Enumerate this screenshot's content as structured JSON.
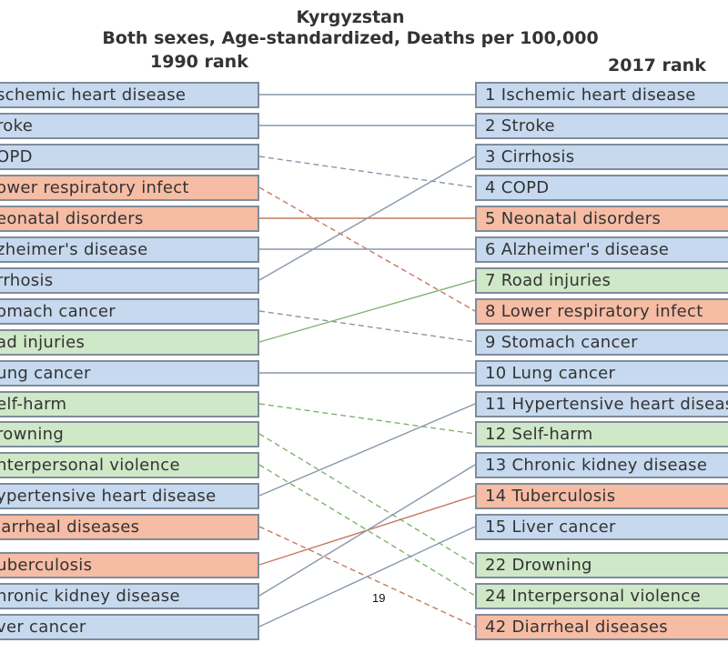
{
  "title": {
    "country": "Kyrgyzstan",
    "subtitle": "Both sexes, Age-standardized, Deaths per 100,000"
  },
  "headers": {
    "left": "1990 rank",
    "right": "2017 rank"
  },
  "colors": {
    "blue": "#c6d9ef",
    "red": "#f6bca4",
    "green": "#cfe8c7",
    "line_blue": "#8797ab",
    "line_red": "#c47a5f",
    "line_green": "#7fb36f",
    "border": "#7f8c9c"
  },
  "chart_data": {
    "type": "table",
    "left_column": [
      {
        "label": "schemic heart disease",
        "rank": 1,
        "color": "blue"
      },
      {
        "label": "roke",
        "rank": 2,
        "color": "blue"
      },
      {
        "label": "OPD",
        "rank": 3,
        "color": "blue"
      },
      {
        "label": "ower respiratory infect",
        "rank": 4,
        "color": "red"
      },
      {
        "label": "eonatal disorders",
        "rank": 5,
        "color": "red"
      },
      {
        "label": "zheimer's disease",
        "rank": 6,
        "color": "blue"
      },
      {
        "label": "rrhosis",
        "rank": 7,
        "color": "blue"
      },
      {
        "label": "omach cancer",
        "rank": 8,
        "color": "blue"
      },
      {
        "label": "ad injuries",
        "rank": 9,
        "color": "green"
      },
      {
        "label": "ung cancer",
        "rank": 10,
        "color": "blue"
      },
      {
        "label": "elf-harm",
        "rank": 11,
        "color": "green"
      },
      {
        "label": "rowning",
        "rank": 12,
        "color": "green"
      },
      {
        "label": "nterpersonal violence",
        "rank": 13,
        "color": "green"
      },
      {
        "label": "ypertensive heart disease",
        "rank": 14,
        "color": "blue"
      },
      {
        "label": "iarrheal diseases",
        "rank": 15,
        "color": "red"
      },
      {
        "label": "uberculosis",
        "rank": 16,
        "color": "red"
      },
      {
        "label": "hronic kidney disease",
        "rank": 17,
        "color": "blue"
      },
      {
        "label": "ver cancer",
        "rank": 18,
        "color": "blue"
      }
    ],
    "right_column": [
      {
        "label": "1 Ischemic heart disease",
        "rank": 1,
        "color": "blue"
      },
      {
        "label": "2 Stroke",
        "rank": 2,
        "color": "blue"
      },
      {
        "label": "3 Cirrhosis",
        "rank": 3,
        "color": "blue"
      },
      {
        "label": "4 COPD",
        "rank": 4,
        "color": "blue"
      },
      {
        "label": "5 Neonatal disorders",
        "rank": 5,
        "color": "red"
      },
      {
        "label": "6 Alzheimer's disease",
        "rank": 6,
        "color": "blue"
      },
      {
        "label": "7 Road injuries",
        "rank": 7,
        "color": "green"
      },
      {
        "label": "8 Lower respiratory infect",
        "rank": 8,
        "color": "red"
      },
      {
        "label": "9 Stomach cancer",
        "rank": 9,
        "color": "blue"
      },
      {
        "label": "10 Lung cancer",
        "rank": 10,
        "color": "blue"
      },
      {
        "label": "11 Hypertensive heart disease",
        "rank": 11,
        "color": "blue"
      },
      {
        "label": "12 Self-harm",
        "rank": 12,
        "color": "green"
      },
      {
        "label": "13 Chronic kidney disease",
        "rank": 13,
        "color": "blue"
      },
      {
        "label": "14 Tuberculosis",
        "rank": 14,
        "color": "red"
      },
      {
        "label": "15 Liver cancer",
        "rank": 15,
        "color": "blue"
      },
      {
        "label": "22 Drowning",
        "rank": 22,
        "color": "green"
      },
      {
        "label": "24 Interpersonal violence",
        "rank": 24,
        "color": "green"
      },
      {
        "label": "42 Diarrheal diseases",
        "rank": 42,
        "color": "red"
      }
    ],
    "links": [
      {
        "from": 1,
        "to": 1,
        "color": "blue",
        "style": "solid"
      },
      {
        "from": 2,
        "to": 2,
        "color": "blue",
        "style": "solid"
      },
      {
        "from": 3,
        "to": 4,
        "color": "blue",
        "style": "dashed"
      },
      {
        "from": 4,
        "to": 8,
        "color": "red",
        "style": "dashed"
      },
      {
        "from": 5,
        "to": 5,
        "color": "red",
        "style": "solid"
      },
      {
        "from": 6,
        "to": 6,
        "color": "blue",
        "style": "solid"
      },
      {
        "from": 7,
        "to": 3,
        "color": "blue",
        "style": "solid"
      },
      {
        "from": 8,
        "to": 9,
        "color": "blue",
        "style": "dashed"
      },
      {
        "from": 9,
        "to": 7,
        "color": "green",
        "style": "solid"
      },
      {
        "from": 10,
        "to": 10,
        "color": "blue",
        "style": "solid"
      },
      {
        "from": 11,
        "to": 12,
        "color": "green",
        "style": "dashed"
      },
      {
        "from": 12,
        "to": 22,
        "color": "green",
        "style": "dashed"
      },
      {
        "from": 13,
        "to": 24,
        "color": "green",
        "style": "dashed"
      },
      {
        "from": 14,
        "to": 11,
        "color": "blue",
        "style": "solid"
      },
      {
        "from": 15,
        "to": 42,
        "color": "red",
        "style": "dashed"
      },
      {
        "from": 16,
        "to": 14,
        "color": "red",
        "style": "solid"
      },
      {
        "from": 17,
        "to": 13,
        "color": "blue",
        "style": "solid"
      },
      {
        "from": 18,
        "to": 15,
        "color": "blue",
        "style": "solid"
      }
    ]
  },
  "page_number": "19"
}
